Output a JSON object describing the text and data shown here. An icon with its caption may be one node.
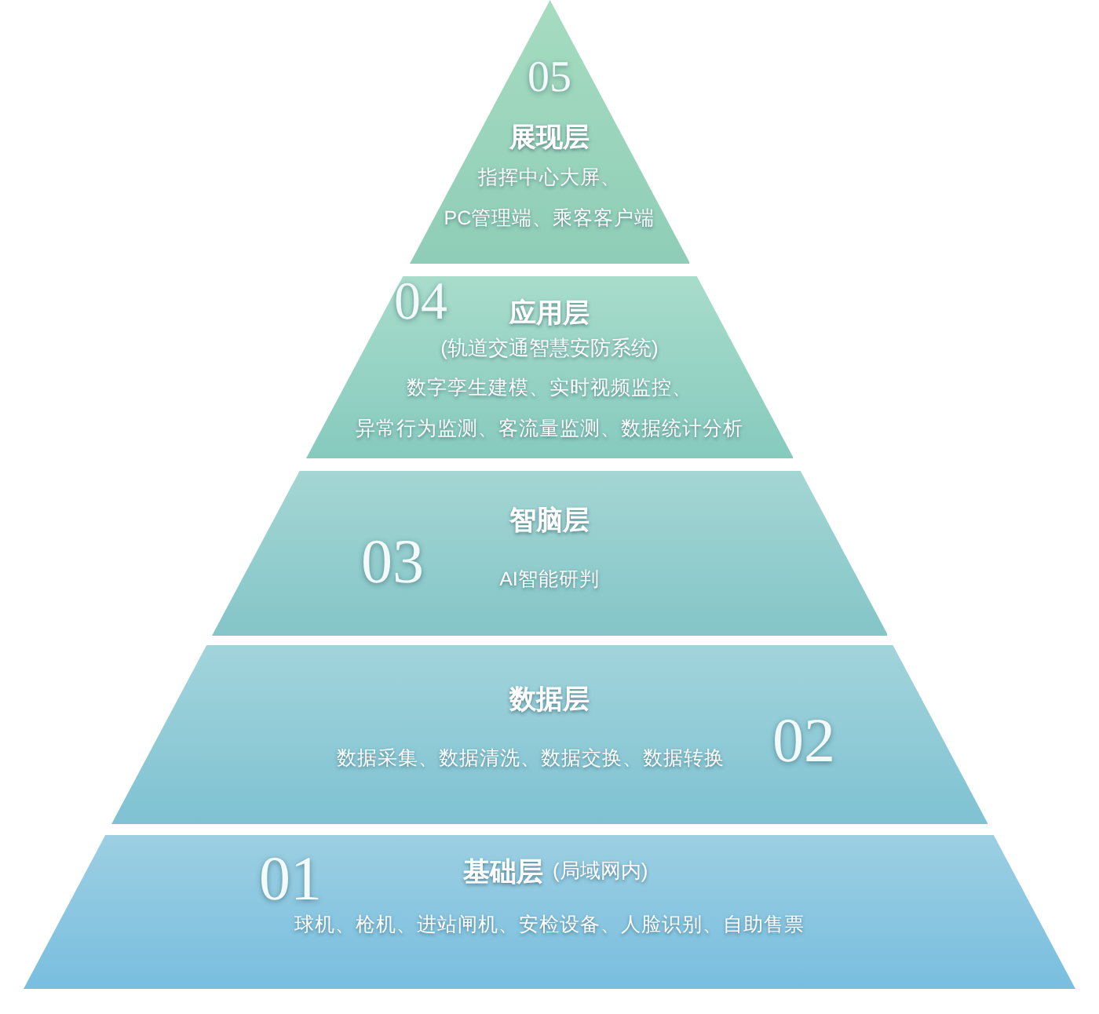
{
  "diagram": {
    "nodes": [
      {
        "text": [
          "展现层",
          "指挥中心大屏、PC管理端、乘客客户端"
        ]
      },
      {
        "text": [
          "应用层",
          "(轨道交通智慧安防系统)",
          "数字孪生建模、实时视频监控、异常行为监测、客流量监测、数据统计分析"
        ]
      },
      {
        "text": [
          "智脑层",
          "AI智能研判"
        ]
      },
      {
        "text": [
          "数据层",
          "数据采集、数据清洗、数据交换、数据转换"
        ]
      },
      {
        "text": [
          "基础层",
          "(局域网内)",
          "球机、枪机、进站闸机、安检设备、人脸识别、自助售票"
        ]
      }
    ],
    "labels": [
      "05",
      "04",
      "03",
      "02",
      "01"
    ]
  }
}
